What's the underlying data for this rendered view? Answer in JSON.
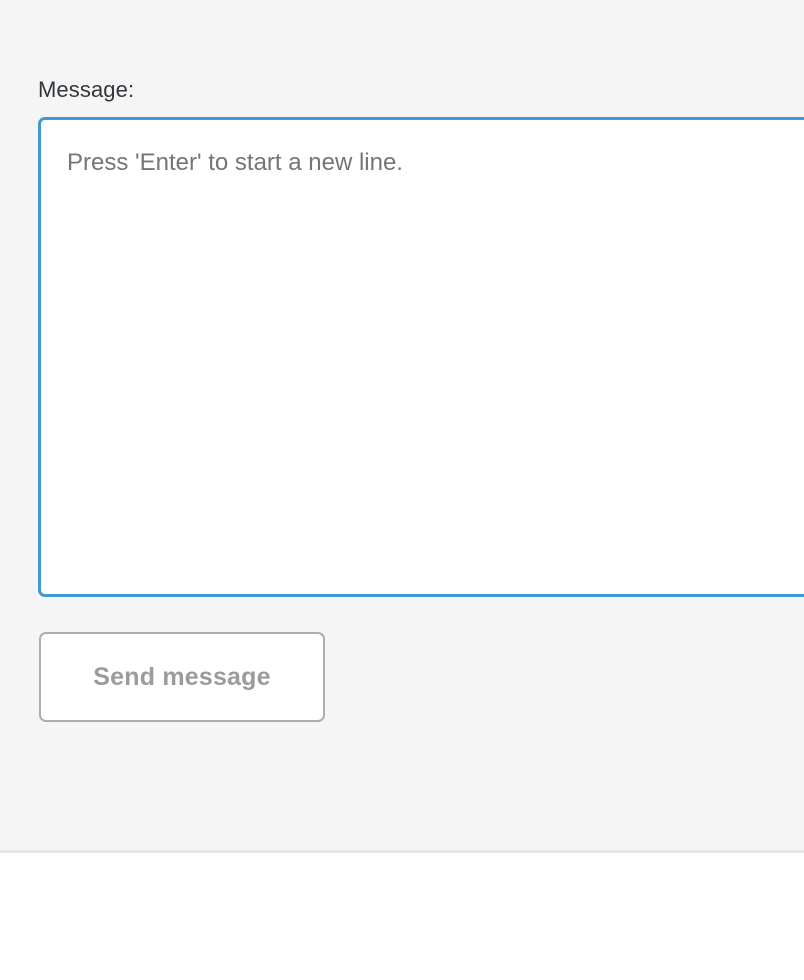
{
  "page": {
    "background_color": "#f5f5f6",
    "body_background_color": "#ffffff",
    "divider_color": "#e4e5e7"
  },
  "form": {
    "label": "Message:",
    "message_field": {
      "value": "",
      "placeholder": "Press 'Enter' to start a new line.",
      "focused": true,
      "focus_border_color": "#4199d3",
      "placeholder_color": "#757575"
    },
    "send_button": {
      "label": "Send message",
      "text_color": "#9b9b9b",
      "border_color": "#adadad",
      "background_color": "#ffffff"
    }
  }
}
